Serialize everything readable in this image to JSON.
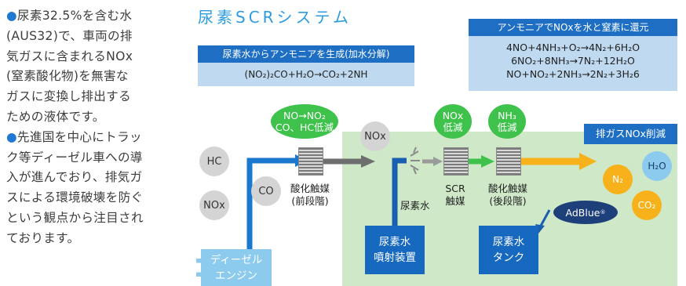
{
  "description": {
    "paragraph1_lines": [
      "●尿素32.5%を含む水",
      "(AUS32)で、車両の排",
      "気ガスに含まれるNOx",
      "(窒素酸化物)を無害な",
      "ガスに変換し排出する",
      "ための液体です。"
    ],
    "paragraph2_lines": [
      "●先進国を中心にトラッ",
      "ク等ディーゼル車への導",
      "入が進んでおり、排気ガ",
      "スによる環境破壊を防ぐ",
      "という観点から注目され",
      "ております。"
    ]
  },
  "title": "尿素SCRシステム",
  "hydrolysis": {
    "header": "尿素水からアンモニアを生成(加水分解)",
    "formula": "(NO₂)₂CO+H₂O→CO₂+2NH"
  },
  "reduction": {
    "header": "アンモニアでNOxを水と窒素に還元",
    "formulas": [
      "4NO+4NH₃+O₂→4N₂+6H₂O",
      "6NO₂+8NH₃→7N₂+12H₂O",
      "NO+NO₂+2NH₃→2N₂+3H₂6"
    ]
  },
  "bubbles": {
    "hc": "HC",
    "nox_left": "NOx",
    "co": "CO",
    "nox_mid": "NOx"
  },
  "green_pills": {
    "pre_oxidation": [
      "NO→NO₂",
      "CO、HC低減"
    ],
    "nox_reduction": [
      "NOx",
      "低減"
    ],
    "nh3_reduction": [
      "NH₃",
      "低減"
    ]
  },
  "catalysts": {
    "pre_oxidation": [
      "酸化触媒",
      "(前段階)"
    ],
    "scr": [
      "SCR",
      "触媒"
    ],
    "post_oxidation": [
      "酸化触媒",
      "(後段階)"
    ]
  },
  "urea_label": "尿素水",
  "engine": [
    "ディーゼル",
    "エンジン"
  ],
  "injector": [
    "尿素水",
    "噴射装置"
  ],
  "tank": [
    "尿素水",
    "タンク"
  ],
  "adblue": "AdBlue",
  "adblue_mark": "®",
  "exhaust_reduction": "排ガスNOx削減",
  "outputs": {
    "h2o": "H₂O",
    "n2": "N₂",
    "co2": "CO₂"
  },
  "colors": {
    "accent_blue": "#1e6fc4",
    "light_blue": "#bfd9f0",
    "green": "#3ec24b",
    "zone_green": "#cfe8c8",
    "yellow": "#f7b21b",
    "title_blue": "#2d9be0"
  }
}
